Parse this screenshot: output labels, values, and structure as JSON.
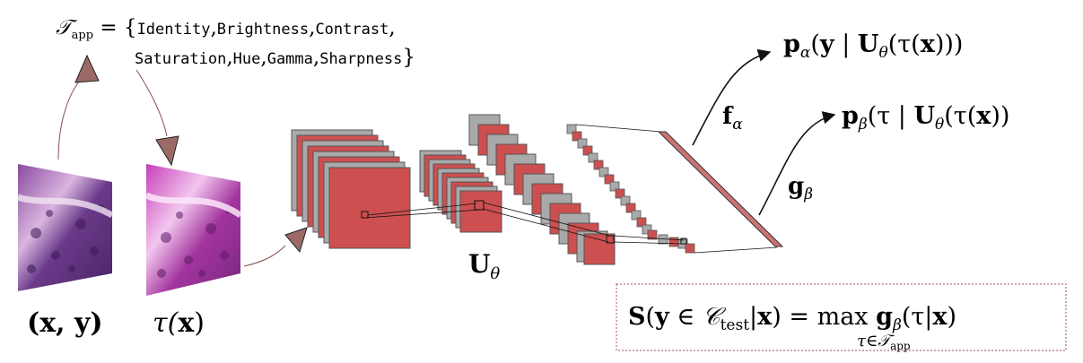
{
  "transforms": {
    "set_symbol": "𝒯",
    "set_sub": "app",
    "eq": " = {",
    "line1_items": [
      "Identity",
      "Brightness",
      "Contrast"
    ],
    "line2_items": [
      "Saturation",
      "Hue",
      "Gamma",
      "Sharpness"
    ],
    "close": "}"
  },
  "labels": {
    "xy": "(x, y)",
    "tau_open": "τ(",
    "tau_x": "x",
    "tau_close": ")",
    "u_main": "U",
    "u_sub": "θ",
    "f_main": "f",
    "f_sub": "α",
    "g_main": "g",
    "g_sub": "β"
  },
  "outputs": {
    "p_alpha": {
      "p": "p",
      "sub": "α",
      "open": "(",
      "y": "y",
      "bar": " | ",
      "U": "U",
      "Usub": "θ",
      "rest": "(τ(",
      "x": "x",
      "close": ")))"
    },
    "p_beta": {
      "p": "p",
      "sub": "β",
      "open": "(τ",
      "bar": " | ",
      "U": "U",
      "Usub": "θ",
      "rest": "(τ(",
      "x": "x",
      "close": "))"
    }
  },
  "score": {
    "S": "S",
    "open": "(",
    "y": "y",
    "in": " ∈ ",
    "C": "𝒞",
    "Csub": "test",
    "mid": "|",
    "x": "x",
    "eqmax": ") = max ",
    "g": "g",
    "gsub": "β",
    "tail": "(τ|",
    "x2": "x",
    "close": ")",
    "under": "τ∈𝒯",
    "under_sub": "app"
  },
  "colors": {
    "cube_red": "#cd4f4f",
    "cube_gray": "#a9a9a9",
    "arrow_head": "#9b6a66",
    "box_border": "#b07070"
  }
}
